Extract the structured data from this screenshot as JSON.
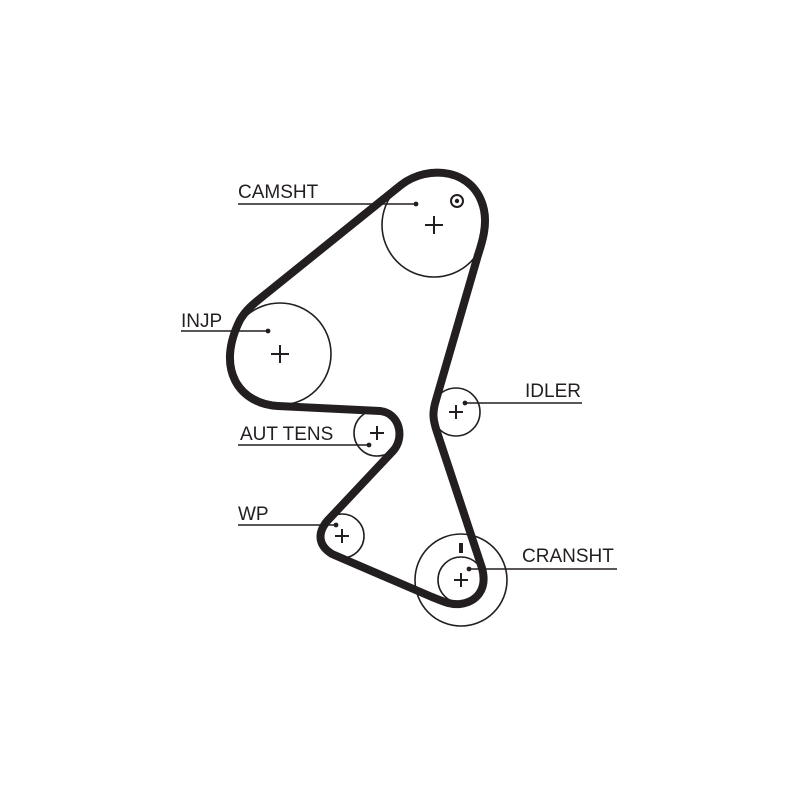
{
  "diagram": {
    "type": "timing-belt-routing",
    "line_color": "#231f20",
    "background": "#ffffff",
    "components": [
      {
        "id": "camshaft",
        "label": "CAMSHT"
      },
      {
        "id": "injection-pump",
        "label": "INJP"
      },
      {
        "id": "idler",
        "label": "IDLER"
      },
      {
        "id": "auto-tensioner",
        "label": "AUT TENS"
      },
      {
        "id": "water-pump",
        "label": "WP"
      },
      {
        "id": "crankshaft",
        "label": "CRANSHT"
      }
    ]
  }
}
